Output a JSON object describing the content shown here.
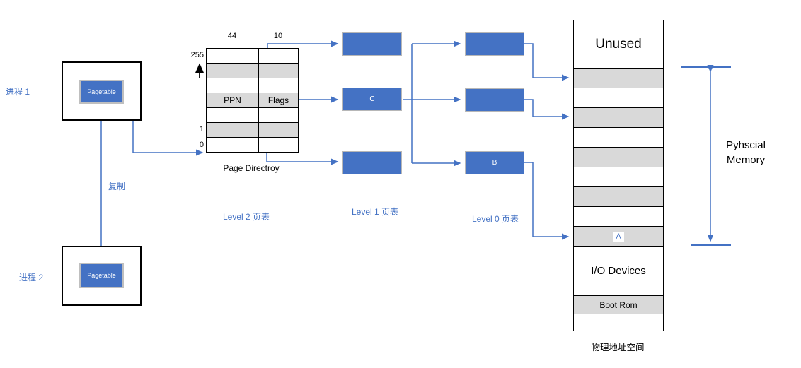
{
  "colors": {
    "accent": "#4472C4",
    "stripe": "#D9D9D9"
  },
  "processes": {
    "p1_label": "进程 1",
    "p2_label": "进程 2",
    "pagetable1": "Pagetable",
    "pagetable2": "Pagetable",
    "copy_label": "复制"
  },
  "page_directory": {
    "bits_ppn": "44",
    "bits_flags": "10",
    "index_255": "255",
    "index_1": "1",
    "index_0": "0",
    "ppn": "PPN",
    "flags": "Flags",
    "caption": "Page Directroy",
    "level_label": "Level 2 页表"
  },
  "level1": {
    "label": "Level 1 页表",
    "mid": "C"
  },
  "level0": {
    "label": "Level 0 页表",
    "bot": "B"
  },
  "physical_memory": {
    "unused": "Unused",
    "a_label": "A",
    "io": "I/O Devices",
    "boot": "Boot Rom",
    "caption": "物理地址空间",
    "side_label": "Pyhscial Memory"
  }
}
